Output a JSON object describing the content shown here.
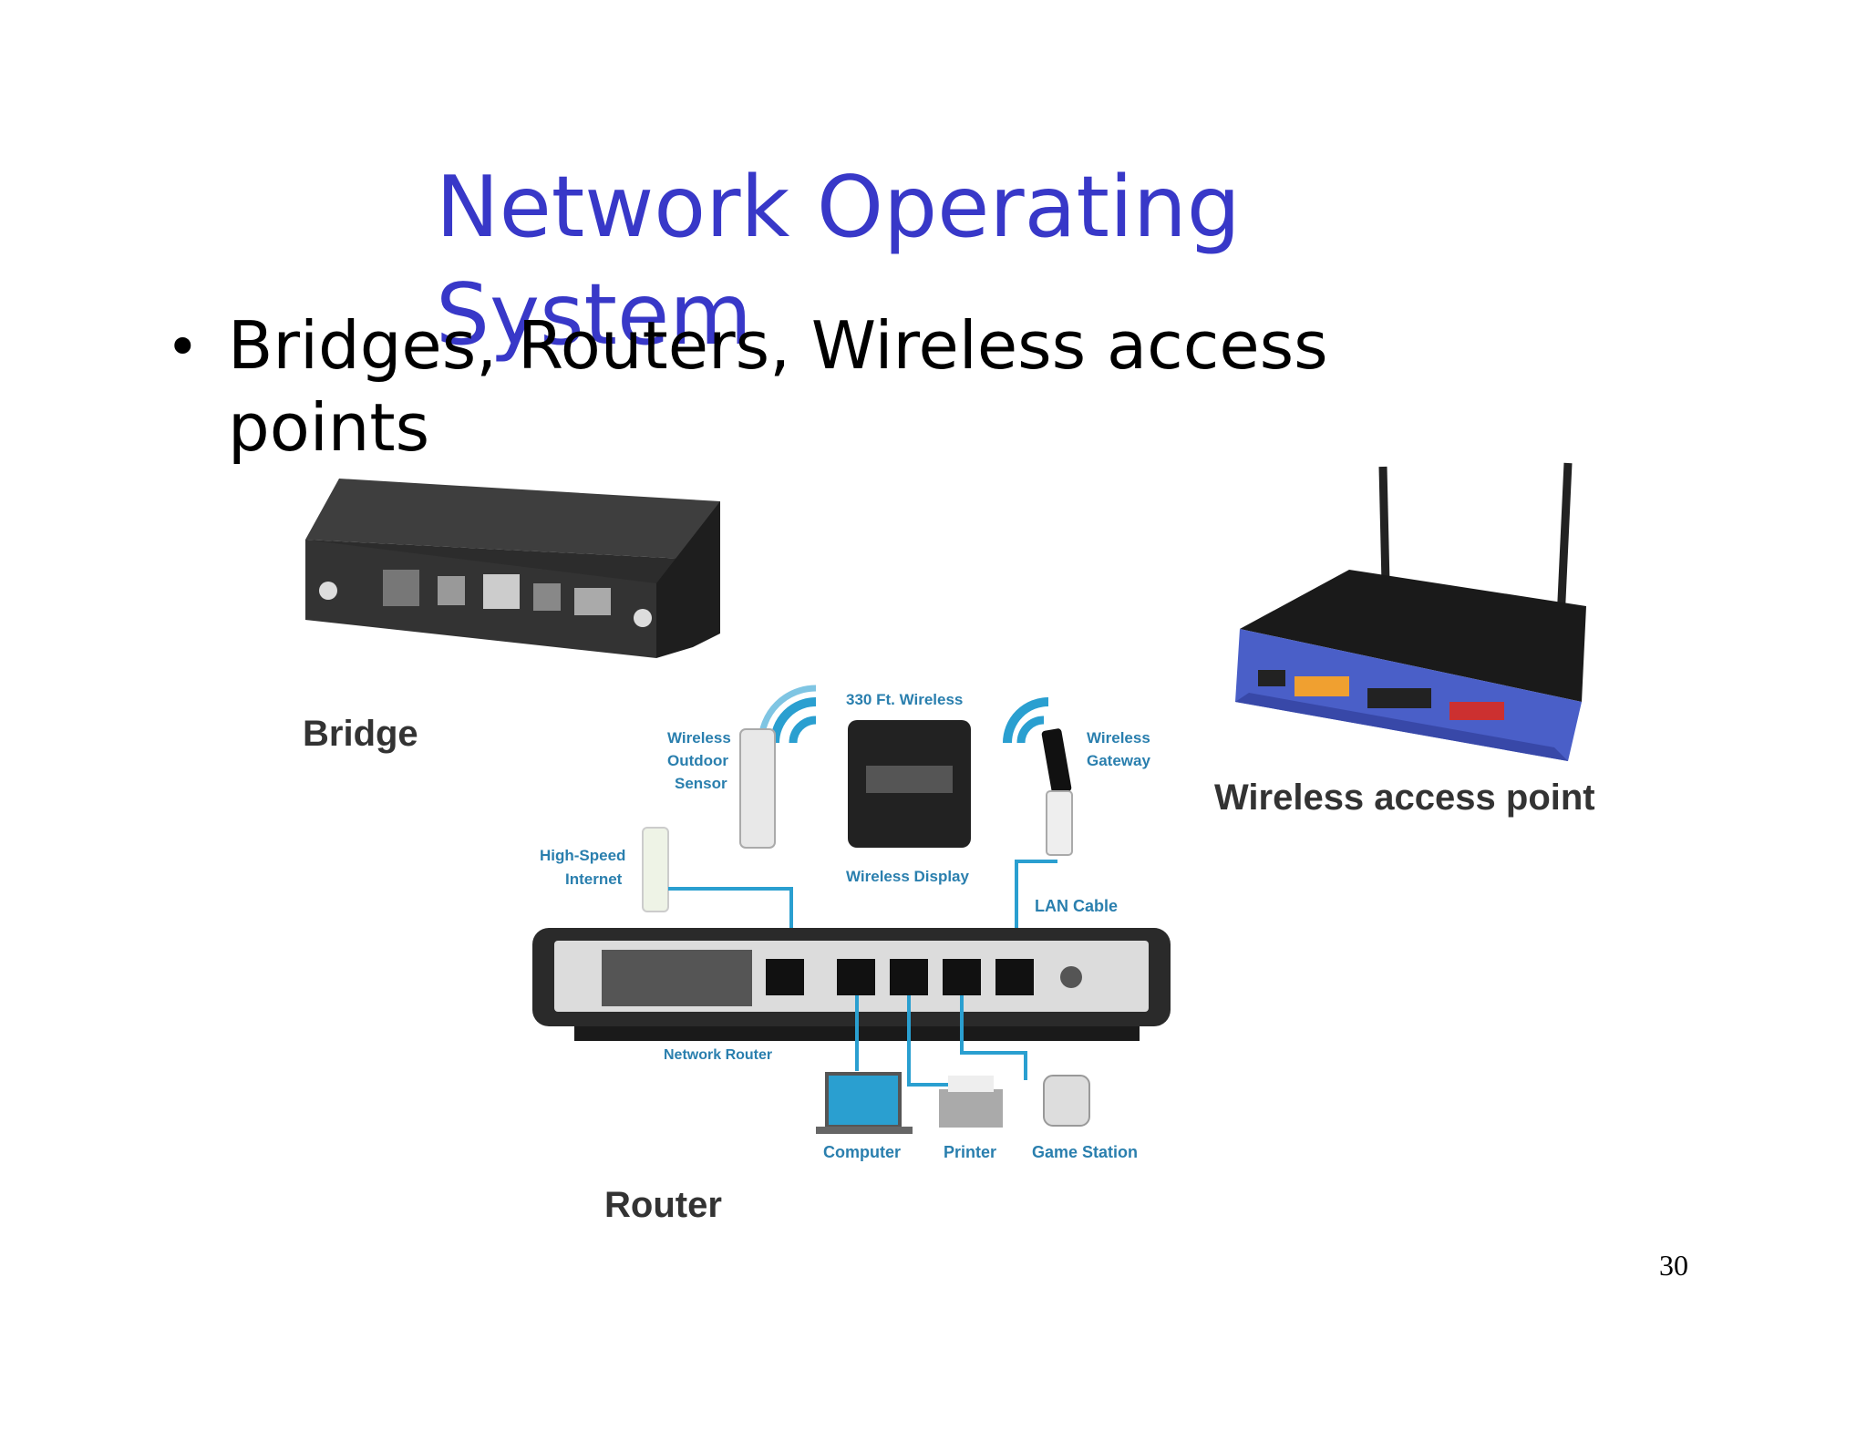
{
  "slide": {
    "title": "Network Operating System",
    "bullet": "Bridges, Routers, Wireless access points",
    "page_number": "30"
  },
  "figure": {
    "bridge_label": "Bridge",
    "router_label": "Router",
    "wap_label": "Wireless access point",
    "diagram": {
      "wireless_range": "330 Ft. Wireless",
      "outdoor_sensor": [
        "Wireless",
        "Outdoor",
        "Sensor"
      ],
      "gateway": [
        "Wireless",
        "Gateway"
      ],
      "internet": [
        "High-Speed",
        "Internet"
      ],
      "wireless_display": "Wireless Display",
      "lan_cable": "LAN Cable",
      "network_router": "Network Router",
      "computer": "Computer",
      "printer": "Printer",
      "game_station": "Game Station"
    }
  },
  "colors": {
    "title": "#3838c8",
    "cable": "#2a9fd0",
    "wap_body": "#4a5fc8"
  }
}
